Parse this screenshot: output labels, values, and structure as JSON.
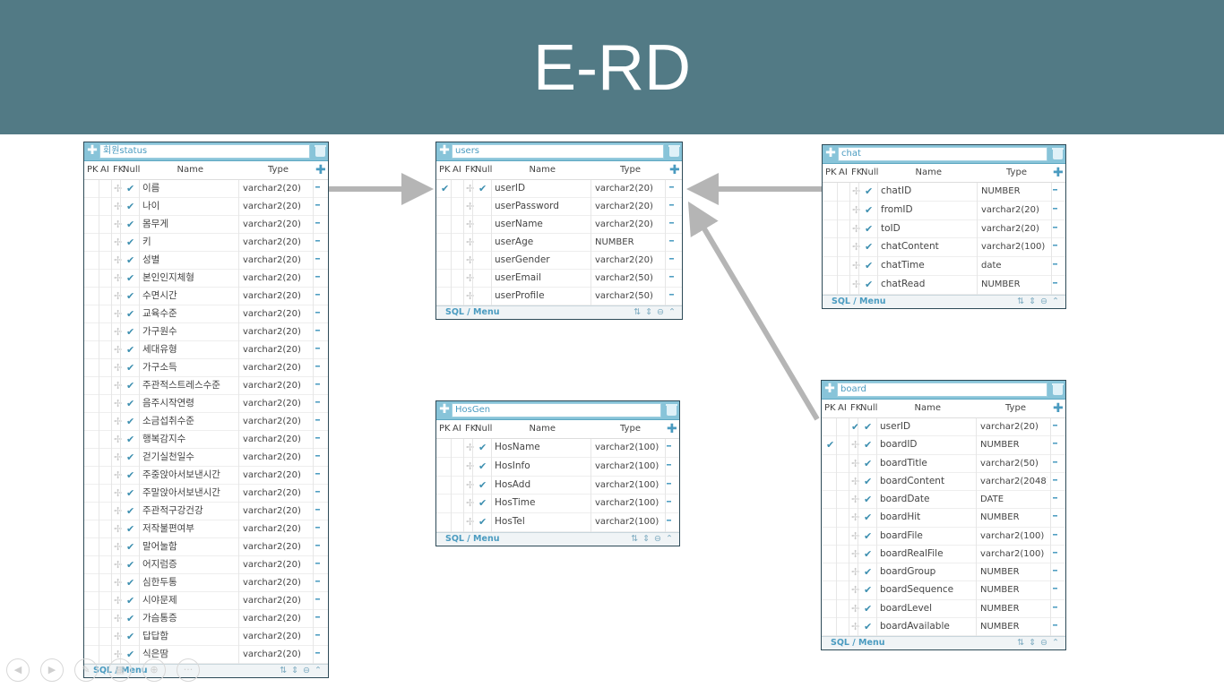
{
  "slide": {
    "title": "E-RD"
  },
  "common": {
    "col_pk": "PK",
    "col_ai": "AI",
    "col_fk": "FK",
    "col_null": "Null",
    "col_name": "Name",
    "col_type": "Type",
    "footer_label": "SQL / Menu",
    "footer_controls": "⇅ ⇕ ⊖ ⌃"
  },
  "tables": {
    "member": {
      "name": "회원status",
      "rows": [
        {
          "pk": false,
          "fk": false,
          "null": true,
          "name": "이름",
          "type": "varchar2(20)"
        },
        {
          "pk": false,
          "fk": false,
          "null": true,
          "name": "나이",
          "type": "varchar2(20)"
        },
        {
          "pk": false,
          "fk": false,
          "null": true,
          "name": "몸무게",
          "type": "varchar2(20)"
        },
        {
          "pk": false,
          "fk": false,
          "null": true,
          "name": "키",
          "type": "varchar2(20)"
        },
        {
          "pk": false,
          "fk": false,
          "null": true,
          "name": "성별",
          "type": "varchar2(20)"
        },
        {
          "pk": false,
          "fk": false,
          "null": true,
          "name": "본인인지체형",
          "type": "varchar2(20)"
        },
        {
          "pk": false,
          "fk": false,
          "null": true,
          "name": "수면시간",
          "type": "varchar2(20)"
        },
        {
          "pk": false,
          "fk": false,
          "null": true,
          "name": "교육수준",
          "type": "varchar2(20)"
        },
        {
          "pk": false,
          "fk": false,
          "null": true,
          "name": "가구원수",
          "type": "varchar2(20)"
        },
        {
          "pk": false,
          "fk": false,
          "null": true,
          "name": "세대유형",
          "type": "varchar2(20)"
        },
        {
          "pk": false,
          "fk": false,
          "null": true,
          "name": "가구소득",
          "type": "varchar2(20)"
        },
        {
          "pk": false,
          "fk": false,
          "null": true,
          "name": "주관적스트레스수준",
          "type": "varchar2(20)"
        },
        {
          "pk": false,
          "fk": false,
          "null": true,
          "name": "음주시작연령",
          "type": "varchar2(20)"
        },
        {
          "pk": false,
          "fk": false,
          "null": true,
          "name": "소금섭취수준",
          "type": "varchar2(20)"
        },
        {
          "pk": false,
          "fk": false,
          "null": true,
          "name": "행복감지수",
          "type": "varchar2(20)"
        },
        {
          "pk": false,
          "fk": false,
          "null": true,
          "name": "걷기실천일수",
          "type": "varchar2(20)"
        },
        {
          "pk": false,
          "fk": false,
          "null": true,
          "name": "주중앉아서보낸시간",
          "type": "varchar2(20)"
        },
        {
          "pk": false,
          "fk": false,
          "null": true,
          "name": "주말앉아서보낸시간",
          "type": "varchar2(20)"
        },
        {
          "pk": false,
          "fk": false,
          "null": true,
          "name": "주관적구강건강",
          "type": "varchar2(20)"
        },
        {
          "pk": false,
          "fk": false,
          "null": true,
          "name": "저작불편여부",
          "type": "varchar2(20)"
        },
        {
          "pk": false,
          "fk": false,
          "null": true,
          "name": "말어눌함",
          "type": "varchar2(20)"
        },
        {
          "pk": false,
          "fk": false,
          "null": true,
          "name": "어지럼증",
          "type": "varchar2(20)"
        },
        {
          "pk": false,
          "fk": false,
          "null": true,
          "name": "심한두통",
          "type": "varchar2(20)"
        },
        {
          "pk": false,
          "fk": false,
          "null": true,
          "name": "시야문제",
          "type": "varchar2(20)"
        },
        {
          "pk": false,
          "fk": false,
          "null": true,
          "name": "가슴통증",
          "type": "varchar2(20)"
        },
        {
          "pk": false,
          "fk": false,
          "null": true,
          "name": "답답함",
          "type": "varchar2(20)"
        },
        {
          "pk": false,
          "fk": false,
          "null": true,
          "name": "식은땀",
          "type": "varchar2(20)"
        }
      ]
    },
    "users": {
      "name": "users",
      "rows": [
        {
          "pk": true,
          "fk": false,
          "null": true,
          "name": "userID",
          "type": "varchar2(20)"
        },
        {
          "pk": false,
          "fk": false,
          "null": false,
          "name": "userPassword",
          "type": "varchar2(20)"
        },
        {
          "pk": false,
          "fk": false,
          "null": false,
          "name": "userName",
          "type": "varchar2(20)"
        },
        {
          "pk": false,
          "fk": false,
          "null": false,
          "name": "userAge",
          "type": "NUMBER"
        },
        {
          "pk": false,
          "fk": false,
          "null": false,
          "name": "userGender",
          "type": "varchar2(20)"
        },
        {
          "pk": false,
          "fk": false,
          "null": false,
          "name": "userEmail",
          "type": "varchar2(50)"
        },
        {
          "pk": false,
          "fk": false,
          "null": false,
          "name": "userProfile",
          "type": "varchar2(50)"
        }
      ]
    },
    "chat": {
      "name": "chat",
      "rows": [
        {
          "pk": false,
          "fk": false,
          "null": true,
          "name": "chatID",
          "type": "NUMBER"
        },
        {
          "pk": false,
          "fk": false,
          "null": true,
          "name": "fromID",
          "type": "varchar2(20)"
        },
        {
          "pk": false,
          "fk": false,
          "null": true,
          "name": "toID",
          "type": "varchar2(20)"
        },
        {
          "pk": false,
          "fk": false,
          "null": true,
          "name": "chatContent",
          "type": "varchar2(100)"
        },
        {
          "pk": false,
          "fk": false,
          "null": true,
          "name": "chatTime",
          "type": "date"
        },
        {
          "pk": false,
          "fk": false,
          "null": true,
          "name": "chatRead",
          "type": "NUMBER"
        }
      ]
    },
    "hosgen": {
      "name": "HosGen",
      "rows": [
        {
          "pk": false,
          "fk": false,
          "null": true,
          "name": "HosName",
          "type": "varchar2(100)"
        },
        {
          "pk": false,
          "fk": false,
          "null": true,
          "name": "HosInfo",
          "type": "varchar2(100)"
        },
        {
          "pk": false,
          "fk": false,
          "null": true,
          "name": "HosAdd",
          "type": "varchar2(100)"
        },
        {
          "pk": false,
          "fk": false,
          "null": true,
          "name": "HosTime",
          "type": "varchar2(100)"
        },
        {
          "pk": false,
          "fk": false,
          "null": true,
          "name": "HosTel",
          "type": "varchar2(100)"
        }
      ]
    },
    "board": {
      "name": "board",
      "rows": [
        {
          "pk": false,
          "fk": true,
          "null": true,
          "name": "userID",
          "type": "varchar2(20)"
        },
        {
          "pk": true,
          "fk": false,
          "null": true,
          "name": "boardID",
          "type": "NUMBER"
        },
        {
          "pk": false,
          "fk": false,
          "null": true,
          "name": "boardTitle",
          "type": "varchar2(50)"
        },
        {
          "pk": false,
          "fk": false,
          "null": true,
          "name": "boardContent",
          "type": "varchar2(2048)"
        },
        {
          "pk": false,
          "fk": false,
          "null": true,
          "name": "boardDate",
          "type": "DATE"
        },
        {
          "pk": false,
          "fk": false,
          "null": true,
          "name": "boardHit",
          "type": "NUMBER"
        },
        {
          "pk": false,
          "fk": false,
          "null": true,
          "name": "boardFile",
          "type": "varchar2(100)"
        },
        {
          "pk": false,
          "fk": false,
          "null": true,
          "name": "boardRealFile",
          "type": "varchar2(100)"
        },
        {
          "pk": false,
          "fk": false,
          "null": true,
          "name": "boardGroup",
          "type": "NUMBER"
        },
        {
          "pk": false,
          "fk": false,
          "null": true,
          "name": "boardSequence",
          "type": "NUMBER"
        },
        {
          "pk": false,
          "fk": false,
          "null": true,
          "name": "boardLevel",
          "type": "NUMBER"
        },
        {
          "pk": false,
          "fk": false,
          "null": true,
          "name": "boardAvailable",
          "type": "NUMBER"
        }
      ]
    }
  },
  "relations": [
    {
      "from": "member",
      "to": "users"
    },
    {
      "from": "chat",
      "to": "users"
    },
    {
      "from": "board",
      "to": "users"
    }
  ],
  "slideshow_controls": [
    "prev-icon",
    "next-icon",
    "pen-icon",
    "pages-icon",
    "zoom-icon",
    "more-icon"
  ],
  "colors": {
    "header": "#527a85",
    "accent": "#4a9bc0",
    "table_title": "#88c4d9",
    "arrow": "#b5b5b5"
  }
}
